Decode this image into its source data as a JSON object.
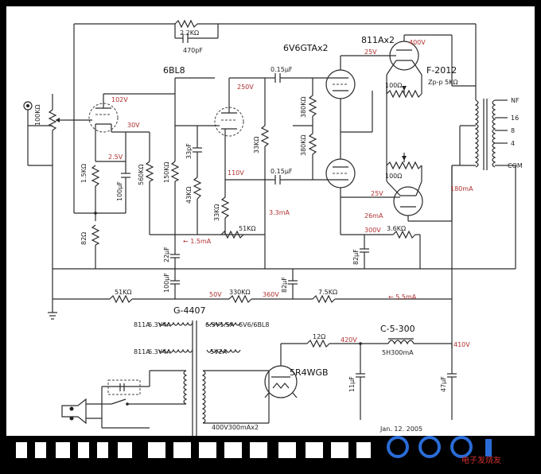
{
  "tubes": {
    "driver": "6BL8",
    "mid": "6V6GTAx2",
    "output": "811Ax2",
    "rectifier": "5R4WGB"
  },
  "transformers": {
    "output": "F-2012",
    "output_spec": "Zp-p 5KΩ",
    "power": "G-4407",
    "choke": "C-5-300",
    "choke_spec": "5H300mA",
    "taps": [
      "NF",
      "16",
      "8",
      "4",
      "COM"
    ]
  },
  "components": {
    "r_fb": "2.2KΩ",
    "c_fb": "470pF",
    "vol": "100KΩ",
    "r1": "1.5KΩ",
    "c1": "100μF",
    "r2": "82Ω",
    "r3": "560KΩ",
    "r4": "150KΩ",
    "c2": "33pF",
    "r5": "43KΩ",
    "c3": "22μF",
    "c4": "100μF",
    "c_coupling1": "0.15μF",
    "c_coupling2": "0.15μF",
    "r6": "33KΩ",
    "r7": "33KΩ",
    "r8": "380KΩ",
    "r9": "380KΩ",
    "r10": "51KΩ",
    "r11": "51KΩ",
    "r12": "330KΩ",
    "c5": "82μF",
    "r13": "7.5KΩ",
    "pot1": "100Ω",
    "pot2": "100Ω",
    "r14": "3.6KΩ",
    "c6": "82μF",
    "r15": "12Ω",
    "c7": "11μF",
    "c8": "47μF"
  },
  "voltages": {
    "v102": "102V",
    "v30": "30V",
    "v25a": "2.5V",
    "v250": "250V",
    "v110": "110V",
    "v25": "25V",
    "v400": "400V",
    "v25b": "25V",
    "v300": "300V",
    "v50": "50V",
    "v360": "360V",
    "v420": "420V",
    "v410": "410V"
  },
  "currents": {
    "i15": "← 1.5mA",
    "i33": "3.3mA",
    "i26": "26mA",
    "i180": "180mA",
    "i55": "← 5.5mA"
  },
  "heaters": {
    "h1_left": "811A",
    "h1_val": "6.3V4A",
    "h2_val": "6.3V1.5A",
    "h2_right": "6V6/6BL8",
    "h3_left": "811A",
    "h3_val": "6.3V4A",
    "h4_val": "5V2A",
    "hv": "400V300mAx2"
  },
  "date": "Jan. 12. 2005",
  "watermark": "电子发烧友"
}
